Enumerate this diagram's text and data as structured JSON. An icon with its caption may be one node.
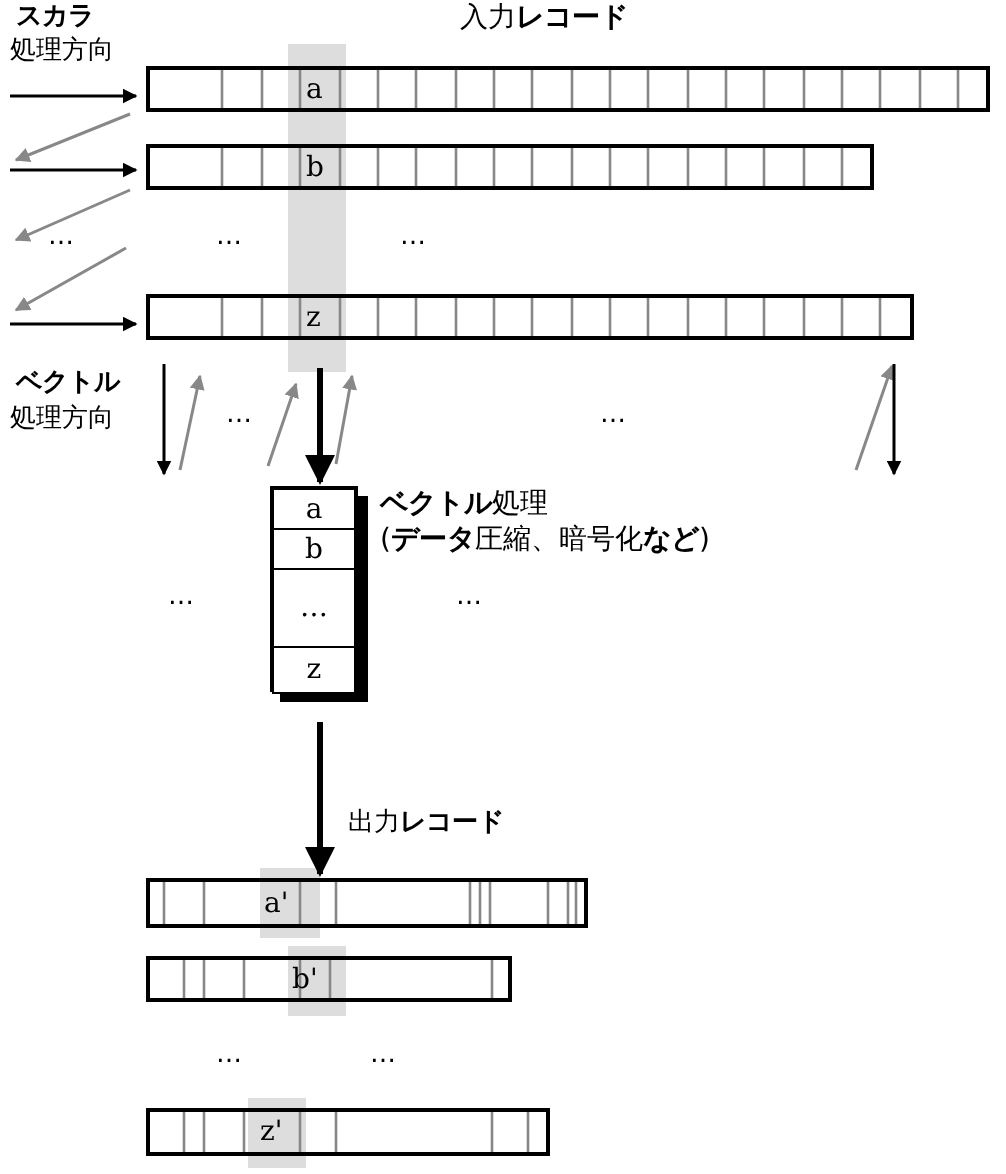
{
  "diagram": {
    "nodes": [
      {
        "text": [
          "a"
        ]
      },
      {
        "text": [
          "b"
        ]
      },
      {
        "text": [
          "z"
        ]
      },
      {
        "text": [],
        "shape": "box",
        "beside": [
          "**ベクトル**処理",
          "(**データ**圧縮、暗号化**など**)"
        ]
      },
      {
        "text": [
          "a"
        ],
        "in": 3
      },
      {
        "text": [
          "b"
        ],
        "in": 3
      },
      {
        "text": [
          "…"
        ],
        "in": 3
      },
      {
        "text": [
          "z"
        ],
        "in": 3
      },
      {
        "text": [
          "a'"
        ]
      },
      {
        "text": [
          "b'"
        ]
      },
      {
        "text": [
          "z'"
        ]
      }
    ],
    "edges": [
      {
        "from": 2,
        "to": 3,
        "arrow": "to"
      },
      {
        "from": 3,
        "to": 8,
        "arrow": "to"
      }
    ],
    "labels": [
      "スカラ",
      "入力**レコード**",
      "処理方向",
      "…",
      "…",
      "…",
      "ベクトル",
      "処理方向",
      "…",
      "…",
      "…",
      "…",
      "出力**レコード**",
      "…",
      "…"
    ]
  }
}
